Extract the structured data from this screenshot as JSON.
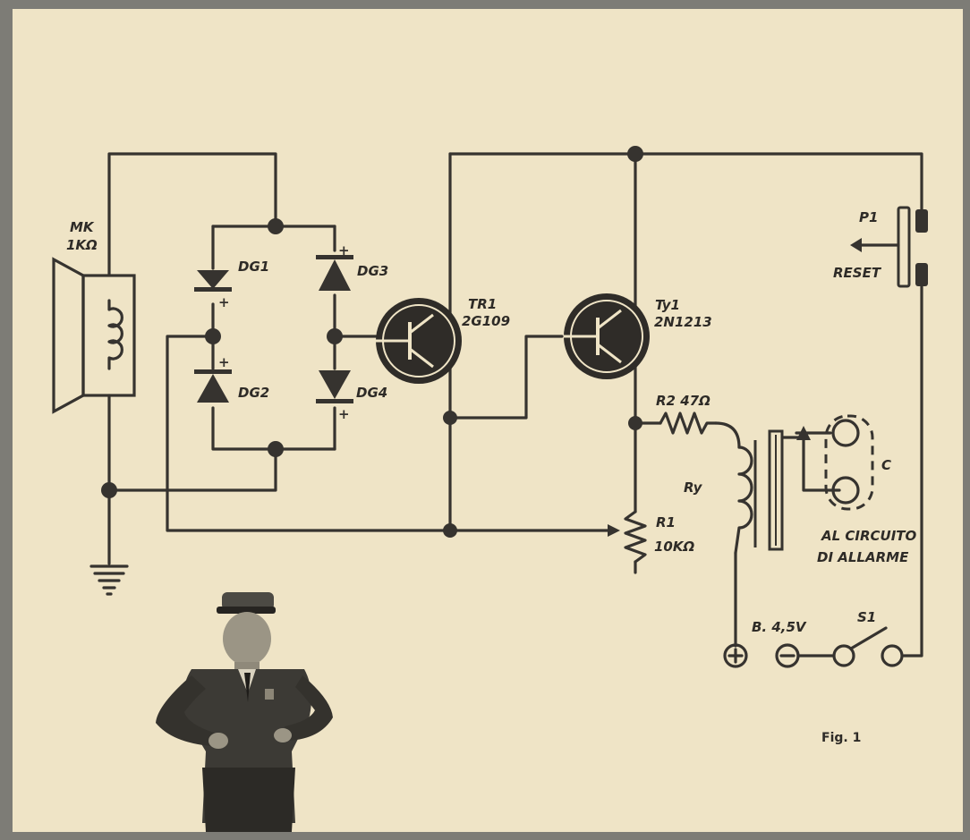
{
  "colors": {
    "paper": "#efe4c6",
    "ink": "#36332f",
    "frame": "#7d7c76"
  },
  "labels": {
    "mk": "MK",
    "mk_value": "1KΩ",
    "dg1": "DG1",
    "dg2": "DG2",
    "dg3": "DG3",
    "dg4": "DG4",
    "tr1": "TR1",
    "tr1_type": "2G109",
    "ty1": "Ty1",
    "ty1_type": "2N1213",
    "r2": "R2 47Ω",
    "ry": "Ry",
    "r1": "R1",
    "r1_value": "10KΩ",
    "p1": "P1",
    "reset": "RESET",
    "c": "C",
    "alarm_line1": "AL CIRCUITO",
    "alarm_line2": "DI ALLARME",
    "battery": "B. 4,5V",
    "s1": "S1",
    "figure": "Fig. 1"
  },
  "icons": {
    "microphone": "speaker-icon",
    "ground": "ground-icon",
    "guard_figure": "policeman-illustration"
  }
}
